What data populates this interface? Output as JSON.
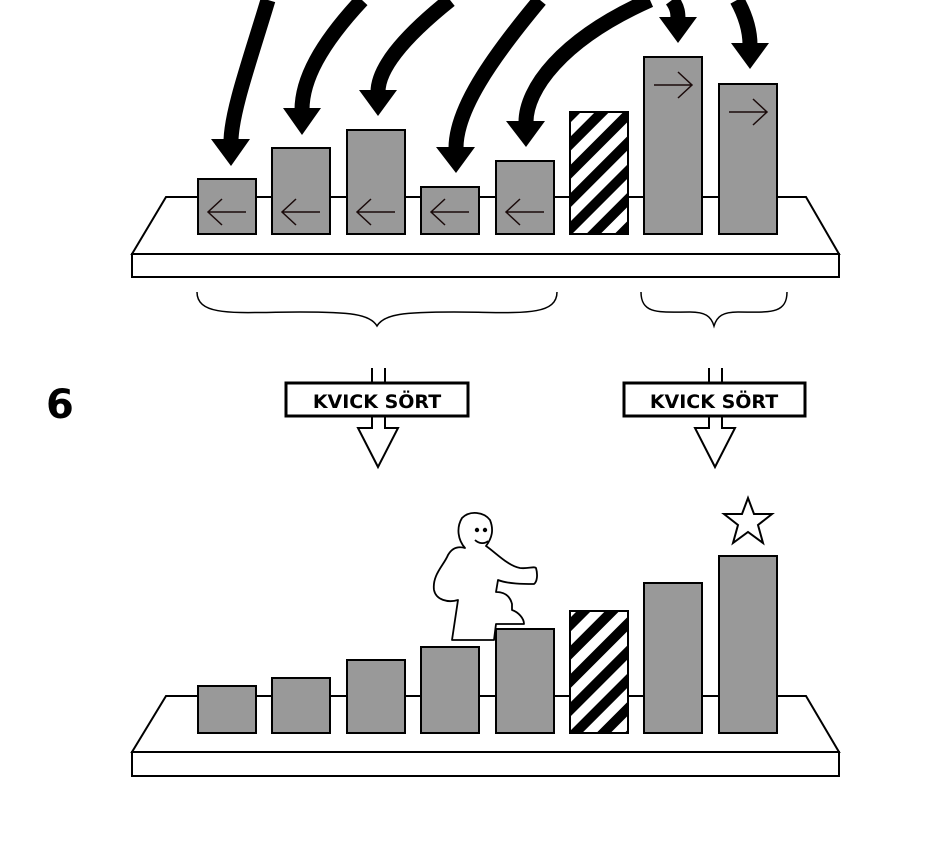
{
  "step": {
    "number": "6"
  },
  "signs": [
    {
      "label": "KVICK SÖRT"
    },
    {
      "label": "KVICK SÖRT"
    }
  ],
  "colors": {
    "bar": "#999999",
    "stroke": "#000000",
    "background": "#ffffff"
  },
  "top_row": {
    "heights": [
      55,
      86,
      104,
      47,
      73,
      122,
      177,
      150
    ],
    "pivot_index": 5,
    "directions": [
      "left",
      "left",
      "left",
      "left",
      "left",
      "pivot",
      "right",
      "right"
    ]
  },
  "bottom_row": {
    "heights": [
      47,
      55,
      73,
      86,
      104,
      122,
      150,
      177
    ],
    "pivot_index": 5
  }
}
